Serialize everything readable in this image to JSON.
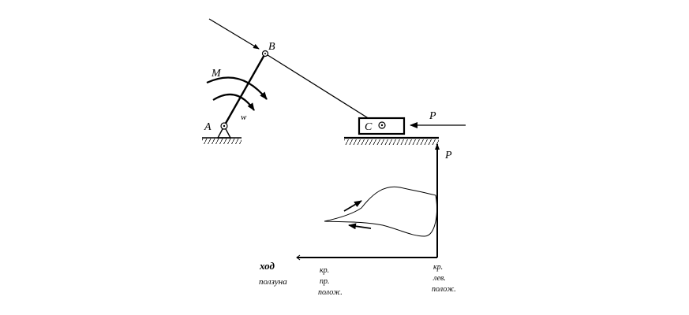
{
  "mechanism": {
    "point_a": "A",
    "point_b": "B",
    "point_c": "C",
    "moment": "M",
    "angular_velocity": "w",
    "force_slider": "P"
  },
  "graph": {
    "y_axis_label": "P",
    "x_axis_label_line1": "ход",
    "x_axis_label_line2": "ползуна",
    "left_position_line1": "кр.",
    "left_position_line2": "пр.",
    "left_position_line3": "полож.",
    "right_position_line1": "кр.",
    "right_position_line2": "лев.",
    "right_position_line3": "полож."
  },
  "colors": {
    "ink": "#000000",
    "background": "#ffffff"
  }
}
